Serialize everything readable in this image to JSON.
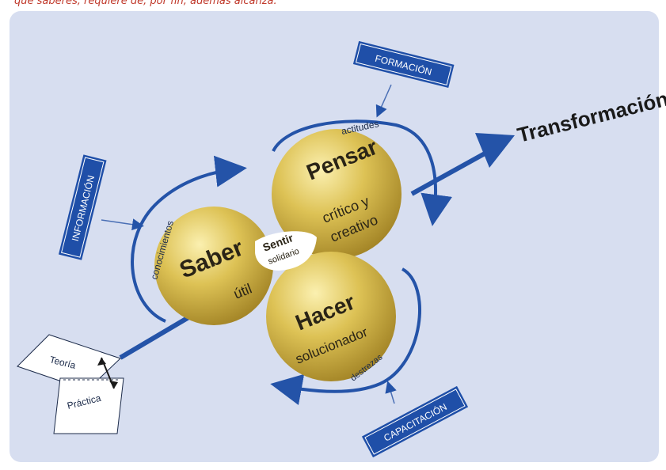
{
  "caption": "que saberes, requiere de, por fin, ademas alcanza.",
  "colors": {
    "panel": "#d7def0",
    "blue": "#2453a8",
    "box": "#1f4fa8",
    "gold": "#c9a93a",
    "dark_text": "#2a2416"
  },
  "circles": {
    "saber": {
      "title": "Saber",
      "subtitle": "útil"
    },
    "pensar": {
      "title": "Pensar",
      "line1": "crítico y",
      "line2": "creativo"
    },
    "hacer": {
      "title": "Hacer",
      "subtitle": "solucionador"
    },
    "center": {
      "title": "Sentir",
      "subtitle": "solidario"
    }
  },
  "labels": {
    "formacion": "FORMACIÓN",
    "informacion": "INFORMACIÓN",
    "capacitacion": "CAPACITACIÓN",
    "transformacion": "Transformación",
    "actitudes": "actitudes",
    "conocimientos": "conocimientos",
    "destrezas": "destrezas",
    "teoria": "Teoría",
    "practica": "Práctica"
  }
}
